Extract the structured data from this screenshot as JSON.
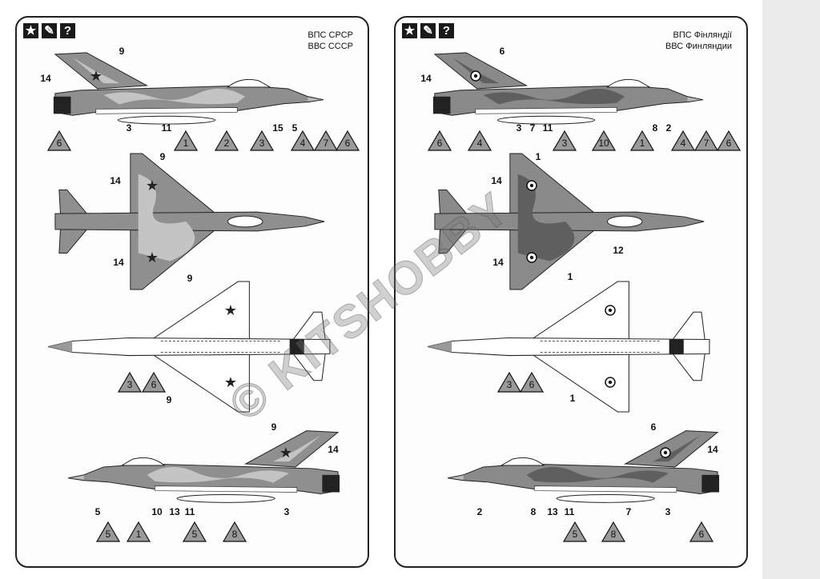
{
  "panels": [
    {
      "title_ua": "ВПС СРСР",
      "title_ru": "ВВС СССР",
      "icons": [
        "star-icon",
        "brush-icon",
        "question-icon"
      ],
      "question": "?",
      "colors": {
        "base": "#8f8f8f",
        "camo": "#c4c4c4",
        "insignia": "star"
      },
      "callouts": [
        "14",
        "9",
        "3",
        "11",
        "15",
        "5",
        "9",
        "14",
        "14",
        "9",
        "9",
        "9",
        "14",
        "5",
        "10",
        "13",
        "11",
        "3"
      ],
      "markers": [
        "6",
        "1",
        "2",
        "3",
        "4",
        "7",
        "6",
        "3",
        "6",
        "5",
        "1",
        "5",
        "8"
      ]
    },
    {
      "title_ua": "ВПС Фінляндії",
      "title_ru": "ВВС Финляндии",
      "icons": [
        "star-icon",
        "brush-icon",
        "question-icon"
      ],
      "question": "?",
      "colors": {
        "base": "#8a8a8a",
        "camo": "#5f5f5f",
        "insignia": "roundel"
      },
      "callouts": [
        "6",
        "14",
        "3",
        "7",
        "11",
        "8",
        "2",
        "1",
        "14",
        "12",
        "14",
        "1",
        "1",
        "6",
        "14",
        "2",
        "8",
        "13",
        "11",
        "7",
        "3"
      ],
      "markers": [
        "6",
        "4",
        "3",
        "10",
        "1",
        "4",
        "7",
        "6",
        "3",
        "6",
        "5",
        "8",
        "6"
      ]
    }
  ],
  "watermark": "© KITSHOBBY"
}
